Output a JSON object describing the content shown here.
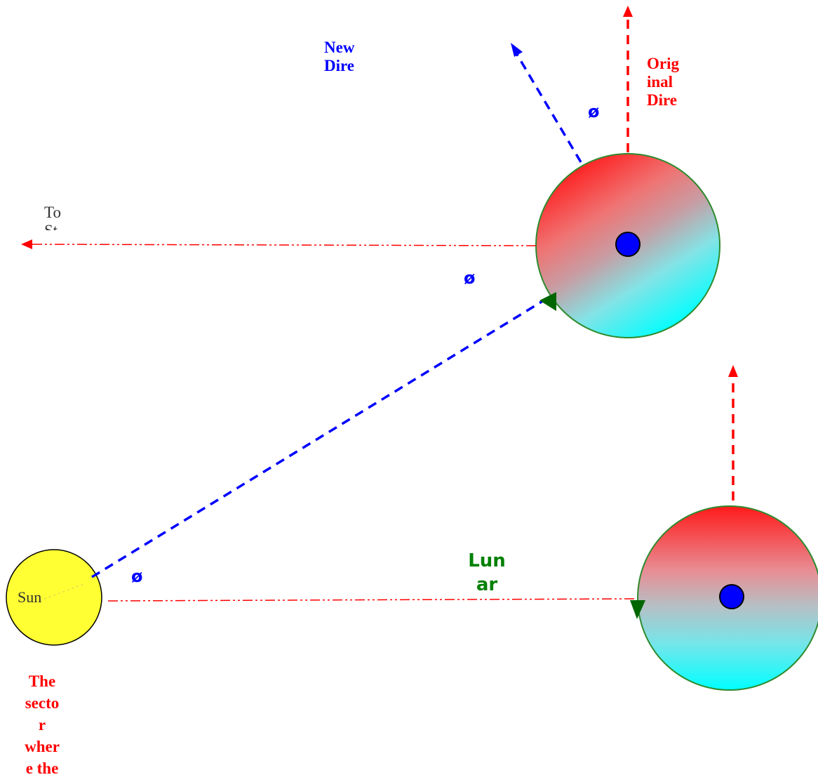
{
  "labels": {
    "new_direction": "New\nDire",
    "original_direction": "Orig\ninal\nDire",
    "to_star": "To\nSt",
    "angle_top": "ø",
    "angle_middle": "ø",
    "angle_sun": "ø",
    "sun": "Sun",
    "lunar": "Lun\nar",
    "sector_note": "The\nsecto\nr\nwher\ne the"
  },
  "colors": {
    "red_label": "#ff0000",
    "blue_label": "#0000ff",
    "green_label": "#008000",
    "sun_fill": "#ffff33",
    "planet_center": "#0000ff",
    "orbit_arrow": "#006600"
  }
}
